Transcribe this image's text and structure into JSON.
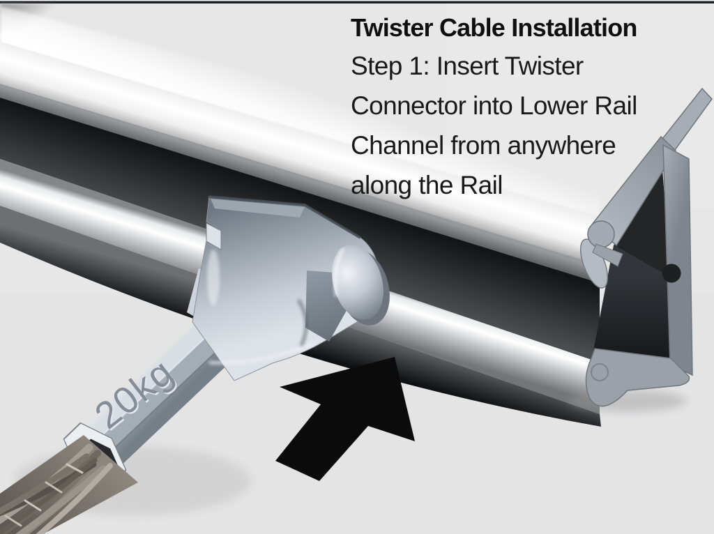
{
  "scene": {
    "title": "Twister Cable Installation",
    "instruction_lines": [
      "Step 1: Insert Twister",
      "Connector into Lower Rail",
      "Channel from anywhere",
      "along the Rail"
    ],
    "connector_engraving": "20kg"
  },
  "colors": {
    "background_wall": "#e7e7e8",
    "text": "#161616",
    "arrow": "#0b0b0c",
    "rail_highlight": "#ffffff",
    "rail_channel_dark": "#202224",
    "rail_cut_face": "#9aa1a8",
    "connector_metal_bright": "#dde2e8",
    "connector_metal_mid": "#aeb6bf",
    "connector_metal_dark": "#6f7680",
    "engraving": "#8a929b",
    "cable_strand": "#857e77"
  }
}
